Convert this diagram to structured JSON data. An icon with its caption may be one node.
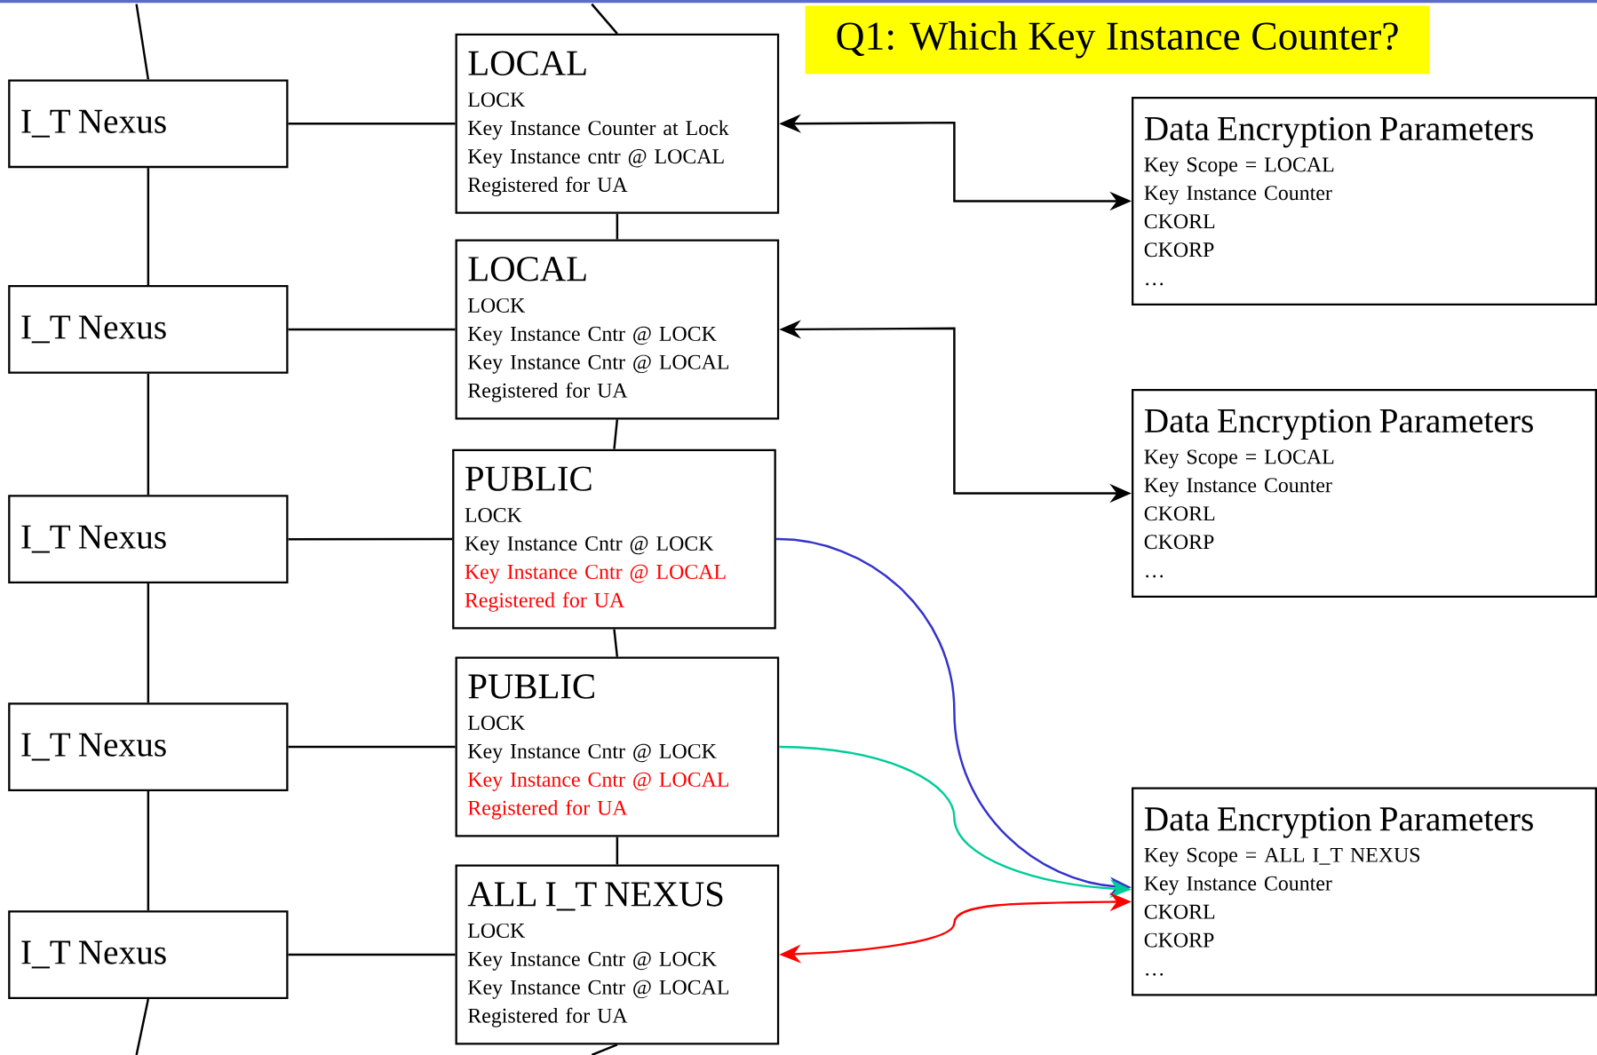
{
  "diagram": {
    "title": "Q1: Which Key Instance Counter?",
    "nodes": [
      {
        "text": [
          "I_T Nexus"
        ]
      },
      {
        "text": [
          "I_T Nexus"
        ]
      },
      {
        "text": [
          "I_T Nexus"
        ]
      },
      {
        "text": [
          "I_T Nexus"
        ]
      },
      {
        "text": [
          "I_T Nexus"
        ]
      },
      {
        "text": [
          "LOCAL",
          "LOCK",
          "Key Instance Counter at Lock",
          "Key Instance cntr @ LOCAL",
          "Registered for UA"
        ]
      },
      {
        "text": [
          "LOCAL",
          "LOCK",
          "Key Instance Cntr @ LOCK",
          "Key Instance Cntr @ LOCAL",
          "Registered for UA"
        ]
      },
      {
        "text": [
          "PUBLIC",
          "LOCK",
          "Key Instance Cntr @ LOCK",
          "Key Instance Cntr @ LOCAL",
          "Registered for UA"
        ]
      },
      {
        "text": [
          "PUBLIC",
          "LOCK",
          "Key Instance Cntr @ LOCK",
          "Key Instance Cntr @ LOCAL",
          "Registered for UA"
        ]
      },
      {
        "text": [
          "ALL I_T NEXUS",
          "LOCK",
          "Key Instance Cntr @ LOCK",
          "Key Instance Cntr @ LOCAL",
          "Registered for UA"
        ]
      },
      {
        "text": [
          "Data Encryption Parameters",
          "Key Scope = LOCAL",
          "Key Instance Counter",
          "CKORL",
          "CKORP",
          "…"
        ]
      },
      {
        "text": [
          "Data Encryption Parameters",
          "Key Scope = LOCAL",
          "Key Instance Counter",
          "CKORL",
          "CKORP",
          "…"
        ]
      },
      {
        "text": [
          "Data Encryption Parameters",
          "Key Scope = ALL I_T NEXUS",
          "Key Instance Counter",
          "CKORL",
          "CKORP",
          "…"
        ]
      }
    ],
    "edges": [
      {
        "from": null,
        "to": 0,
        "arrow": "none"
      },
      {
        "from": 0,
        "to": 1,
        "arrow": "none"
      },
      {
        "from": 1,
        "to": 2,
        "arrow": "none"
      },
      {
        "from": 2,
        "to": 3,
        "arrow": "none"
      },
      {
        "from": 3,
        "to": 4,
        "arrow": "none"
      },
      {
        "from": 4,
        "to": null,
        "arrow": "none"
      },
      {
        "from": null,
        "to": 5,
        "arrow": "none"
      },
      {
        "from": 5,
        "to": 6,
        "arrow": "none"
      },
      {
        "from": 6,
        "to": 7,
        "arrow": "none"
      },
      {
        "from": 7,
        "to": 8,
        "arrow": "none"
      },
      {
        "from": 8,
        "to": 9,
        "arrow": "none"
      },
      {
        "from": 9,
        "to": null,
        "arrow": "none"
      },
      {
        "from": 0,
        "to": 5,
        "arrow": "none"
      },
      {
        "from": 1,
        "to": 6,
        "arrow": "none"
      },
      {
        "from": 2,
        "to": 7,
        "arrow": "none"
      },
      {
        "from": 3,
        "to": 8,
        "arrow": "none"
      },
      {
        "from": 4,
        "to": 9,
        "arrow": "none"
      },
      {
        "from": 5,
        "to": 10,
        "arrow": "both"
      },
      {
        "from": 6,
        "to": 11,
        "arrow": "both"
      },
      {
        "from": 7,
        "to": 12,
        "arrow": "to",
        "color": "#3333cc"
      },
      {
        "from": 8,
        "to": 12,
        "arrow": "to",
        "color": "#00cc99"
      },
      {
        "from": 12,
        "to": 9,
        "arrow": "both",
        "color": "#ff0000"
      }
    ]
  }
}
